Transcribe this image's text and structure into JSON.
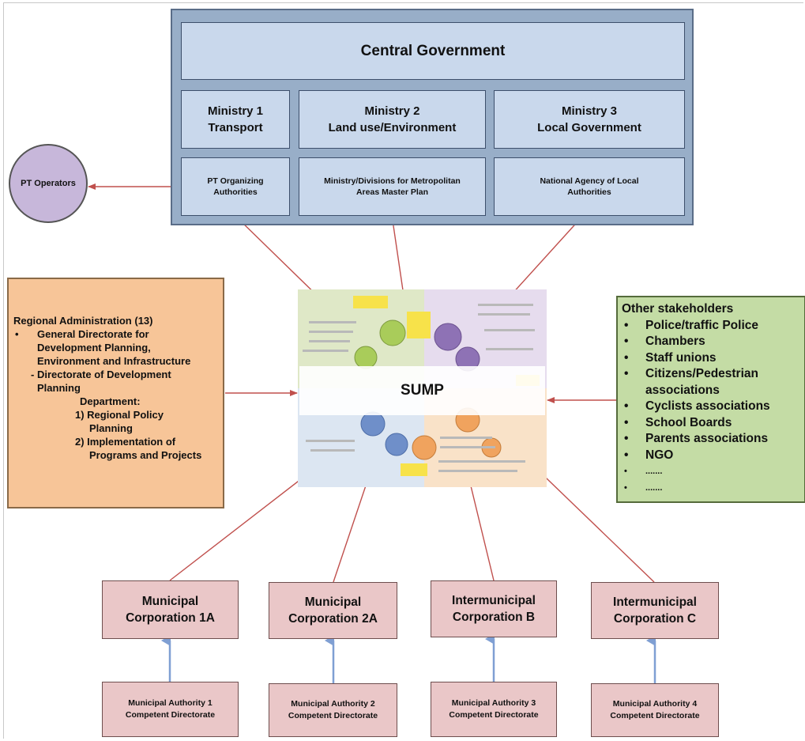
{
  "central_government": {
    "title": "Central Government",
    "ministries": [
      "Ministry 1\nTransport",
      "Ministry 2\nLand use/Environment",
      "Ministry 3\nLocal Government"
    ],
    "bodies": [
      "PT Organizing\nAuthorities",
      "Ministry/Divisions for Metropolitan\nAreas Master Plan",
      "National Agency of Local\nAuthorities"
    ]
  },
  "pt_operators": "PT Operators",
  "regional": {
    "lines": [
      "Regional Administration (13)",
      "General Directorate for",
      "Development Planning,",
      "Environment and Infrastructure",
      "- Directorate of Development",
      "Planning",
      "Department:",
      "1) Regional Policy",
      "Planning",
      "2) Implementation of",
      "Programs and Projects"
    ],
    "bullet": "•"
  },
  "sump": {
    "label": "SUMP"
  },
  "stakeholders": {
    "title": "Other stakeholders",
    "items": [
      "Police/traffic Police",
      "Chambers",
      "Staff unions",
      "Citizens/Pedestrian associations",
      "Cyclists associations",
      "School Boards",
      "Parents associations",
      "NGO",
      ".......",
      "......."
    ]
  },
  "corporations": [
    "Municipal\nCorporation 1A",
    "Municipal\nCorporation 2A",
    "Intermunicipal\nCorporation B",
    "Intermunicipal\nCorporation C"
  ],
  "authorities": [
    "Municipal Authority 1\nCompetent Directorate",
    "Municipal Authority 2\nCompetent Directorate",
    "Municipal Authority 3\nCompetent Directorate",
    "Municipal Authority 4\nCompetent Directorate"
  ],
  "colors": {
    "government": "#98aec8",
    "government_box": "#c9d8ec",
    "pt_operators": "#c7b7da",
    "regional": "#f7c598",
    "stakeholders": "#c4dca5",
    "corporation": "#eac7c8",
    "red_arrow": "#c0504d",
    "blue_arrow": "#7f9fd3"
  }
}
